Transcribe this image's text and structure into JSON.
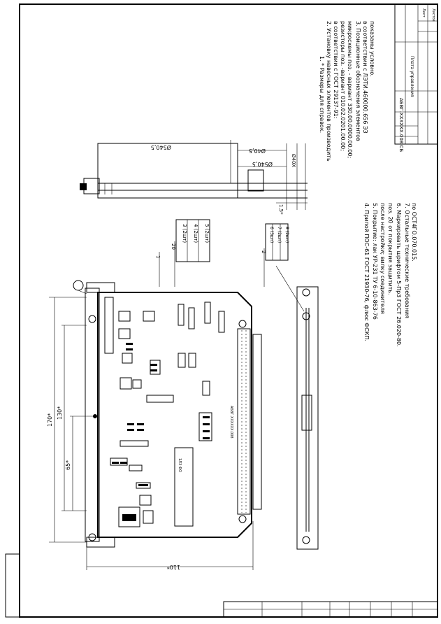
{
  "drawing": {
    "document_code": "АБВГ.XXXXXX.008 СБ",
    "sheet_label": "Плата управления",
    "board_marking": "АБВГ.XXXXXX.008",
    "chip_label": "1Л3 ФО"
  },
  "dimensions": {
    "overall_height": "170*",
    "inner_height": "130*",
    "mid_height": "65*",
    "overall_width": "110*",
    "side_length": "Ø540,5",
    "side_offset1": "Ø540,5",
    "side_offset2": "Ø40,5",
    "side_small": "Ø40Х",
    "side_thickness": "1,5*"
  },
  "callouts": {
    "pos1": "1",
    "pos20": "20",
    "table1": [
      "3 (2шт)",
      "4 (2шт)",
      "5 (2шт)"
    ],
    "pos2": "2",
    "table2": [
      "6 (3шт)",
      "7 (2шт)",
      "8 (2шт)"
    ]
  },
  "notes_top": [
    "1. * Размеры для справок.",
    "2. Установку навесных элементов производить",
    "   в соответствии с ГОСТ 29137-91:",
    "   резисторы поз. -вариант 010.02.0201.00.00;",
    "   микросхемы поз. - вариант 330.00.0000.00.00;",
    "3. Позиционные обозначения элементов",
    "   в соответствии с ЛЭТИ.460000.656 ЭЗ",
    "   показаны условно."
  ],
  "notes_bottom": [
    "4. Припой ПОС-61 ГОСТ 21930-76, флюс ФСКП.",
    "5. Покрытие: лак УР-231 ТУ 6-10-863-76",
    "   после настройки; вилку соединителя",
    "   поз. 20 от покрытия защитить.",
    "6. Маркировать шрифтом 5-Пр3 ГОСТ 26.020-80.",
    "7. Остальные технические требования",
    "   по ОСТ4ГО.070.015."
  ],
  "title_block": {
    "sheet": "Лист",
    "sheets": "Листов"
  }
}
